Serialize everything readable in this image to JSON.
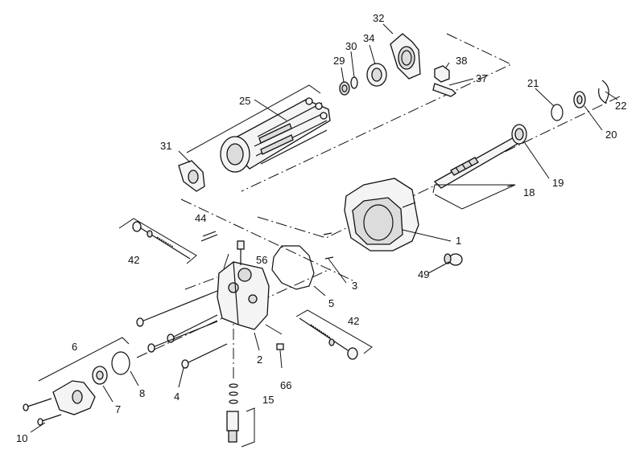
{
  "callouts": {
    "c1": "1",
    "c2": "2",
    "c3": "3",
    "c4": "4",
    "c5": "5",
    "c6": "6",
    "c7": "7",
    "c8": "8",
    "c10": "10",
    "c15": "15",
    "c18": "18",
    "c19": "19",
    "c20": "20",
    "c21": "21",
    "c22": "22",
    "c25": "25",
    "c29": "29",
    "c30": "30",
    "c31": "31",
    "c32": "32",
    "c34": "34",
    "c37": "37",
    "c38": "38",
    "c42a": "42",
    "c42b": "42",
    "c44": "44",
    "c49": "49",
    "c56": "56",
    "c66": "66"
  }
}
